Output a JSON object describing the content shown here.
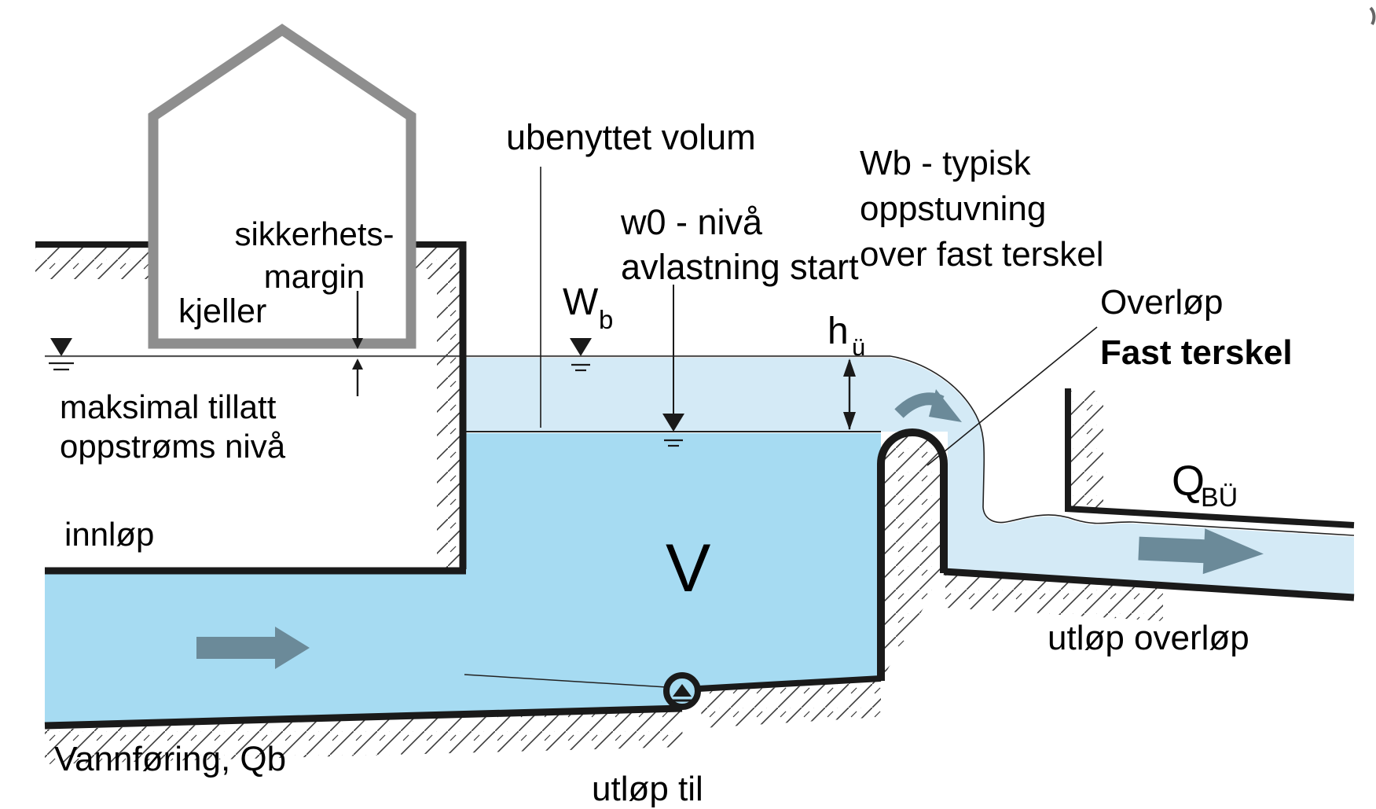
{
  "labels": {
    "sikkerhets1": "sikkerhets-",
    "sikkerhets2": "margin",
    "kjeller": "kjeller",
    "maks1": "maksimal tillatt",
    "maks2": "oppstrøms nivå",
    "innlop": "innløp",
    "vannforing": "Vannføring, Qb",
    "utlop_til": "utløp til",
    "ubenyttet": "ubenyttet volum",
    "w0_line1": "w0 - nivå",
    "w0_line2": "avlastning start",
    "wb_line1": "Wb - typisk",
    "wb_line2": "oppstuvning",
    "wb_line3": "over fast terskel",
    "overlop": "Overløp",
    "fast_terskel": "Fast terskel",
    "q_main": "Q",
    "q_sub": "BÜ",
    "w_main": "W",
    "w_sub": "b",
    "h_main": "h",
    "h_sub": "ü",
    "volume": "V",
    "utlop_overlop": "utløp overløp"
  },
  "colors": {
    "water_dark": "#a6dbf2",
    "water_light": "#d4eaf6",
    "arrow_gray": "#6b8a99",
    "house_gray": "#8e8e8e",
    "line_dark": "#1a1a1a"
  }
}
